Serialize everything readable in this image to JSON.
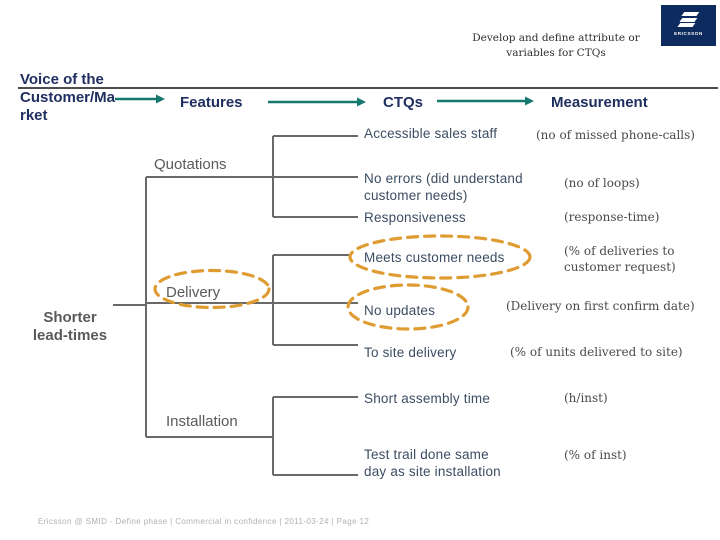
{
  "slide": {
    "caption": "Develop and define attribute or variables for CTQs",
    "logo_text": "ERICSSON",
    "footer": "Ericsson @ SMID - Define phase  |  Commercial in confidence  |  2011-03-24  |  Page 12"
  },
  "header": {
    "voc_lines": [
      "Voice of the",
      "Customer/Ma",
      "rket"
    ],
    "columns": {
      "features": "Features",
      "ctqs": "CTQs",
      "measurement": "Measurement"
    }
  },
  "left_driver": {
    "label": "Shorter lead-times"
  },
  "features": [
    {
      "label": "Quotations",
      "circled": false
    },
    {
      "label": "Delivery",
      "circled": true
    },
    {
      "label": "Installation",
      "circled": false
    }
  ],
  "ctq_rows": [
    {
      "ctq": "Accessible sales staff",
      "measurement": "(no of missed phone-calls)",
      "circled": false
    },
    {
      "ctq": "No errors (did understand customer needs)",
      "measurement": "(no of loops)",
      "circled": false
    },
    {
      "ctq": "Responsiveness",
      "measurement": "(response-time)",
      "circled": false
    },
    {
      "ctq": "Meets customer needs",
      "measurement": "(% of deliveries to customer request)",
      "circled": true
    },
    {
      "ctq": "No updates",
      "measurement": "(Delivery on first confirm date)",
      "circled": true
    },
    {
      "ctq": "To site delivery",
      "measurement": "(% of units delivered to site)",
      "circled": false
    },
    {
      "ctq": "Short assembly time",
      "measurement": "(h/inst)",
      "circled": false
    },
    {
      "ctq": "Test trail done same day as site installation",
      "measurement": "(% of inst)",
      "circled": false
    }
  ],
  "colors": {
    "navy": "#1f2f60",
    "teal": "#17786f",
    "orange": "#df9c33",
    "tree": "#696969",
    "feature": "#5a5a5a",
    "ctq": "#3c4d63",
    "meas": "#4a4a4a",
    "footer": "#b0b0b0",
    "rule": "#4d4d4d",
    "logo": "#0d2b5e"
  }
}
